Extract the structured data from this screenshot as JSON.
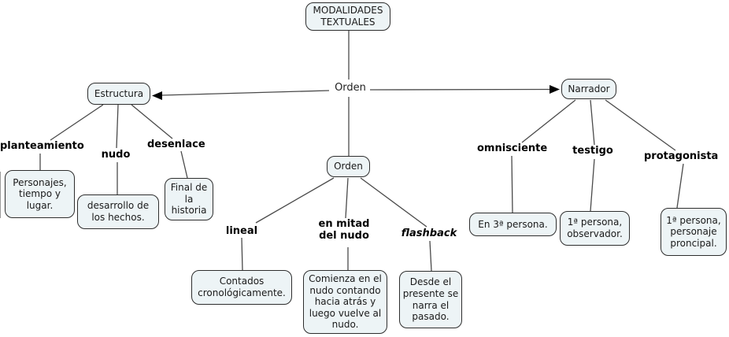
{
  "canvas": {
    "root_label": "MODALIDADES TEXTUALES",
    "linking_word": "Orden",
    "colors": {
      "node_fill": "#edf4f6",
      "node_border": "#2e2e2e",
      "connector_line": "#4a4a4a",
      "arrowhead": "#000000",
      "node_text": "#1a1a1a",
      "label_text": "#000000",
      "background": "#ffffff"
    }
  },
  "branches": {
    "estructura": {
      "node": "Estructura",
      "sub": [
        {
          "term": "planteamiento",
          "desc": "Personajes, tiempo y lugar."
        },
        {
          "term": "nudo",
          "desc": "desarrollo de los hechos."
        },
        {
          "term": "desenlace",
          "desc": "Final de la historia"
        }
      ]
    },
    "orden": {
      "node": "Orden",
      "sub": [
        {
          "term": "lineal",
          "desc": "Contados cronológicamente."
        },
        {
          "term": "en mitad del nudo",
          "desc": "Comienza en el nudo contando hacia atrás y luego vuelve al nudo."
        },
        {
          "term": "flashback",
          "desc": "Desde el presente se narra el pasado."
        }
      ]
    },
    "narrador": {
      "node": "Narrador",
      "sub": [
        {
          "term": "omnisciente",
          "desc": "En 3ª persona."
        },
        {
          "term": "testigo",
          "desc": "1ª persona, observador."
        },
        {
          "term": "protagonista",
          "desc": "1ª persona, personaje proncipal."
        }
      ]
    }
  }
}
